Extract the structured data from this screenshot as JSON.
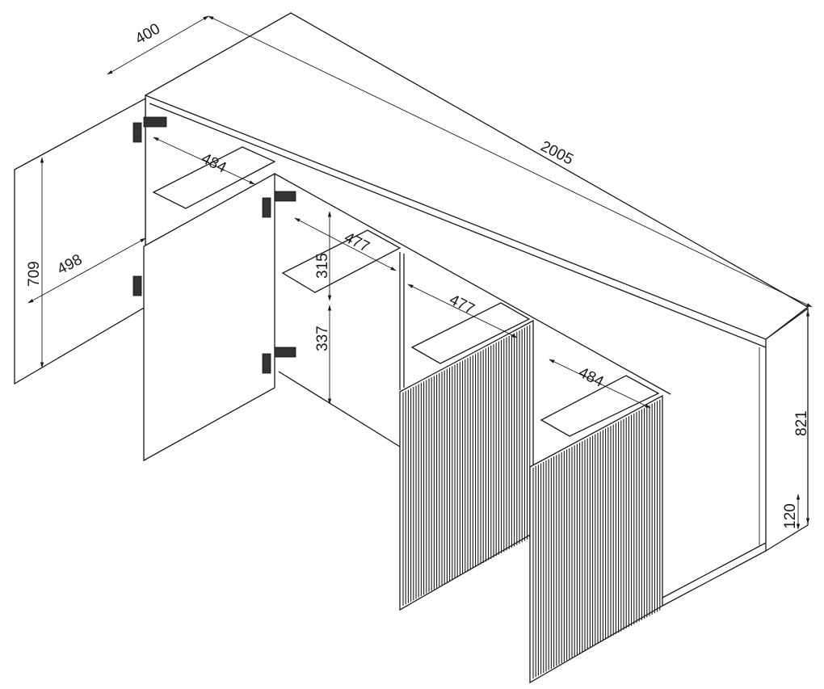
{
  "drawing": {
    "dimensions": {
      "depth": "400",
      "width": "2005",
      "shelf_depth_left": "484",
      "door_width_left": "498",
      "door_height": "709",
      "shelf_depth_mid_upper": "477",
      "upper_compartment_height": "315",
      "lower_compartment_height": "337",
      "shelf_depth_mid_right": "477",
      "shelf_depth_right": "484",
      "total_height": "821",
      "leg_height": "120"
    },
    "colors": {
      "line": "#1a1a1a",
      "background": "#ffffff"
    }
  }
}
